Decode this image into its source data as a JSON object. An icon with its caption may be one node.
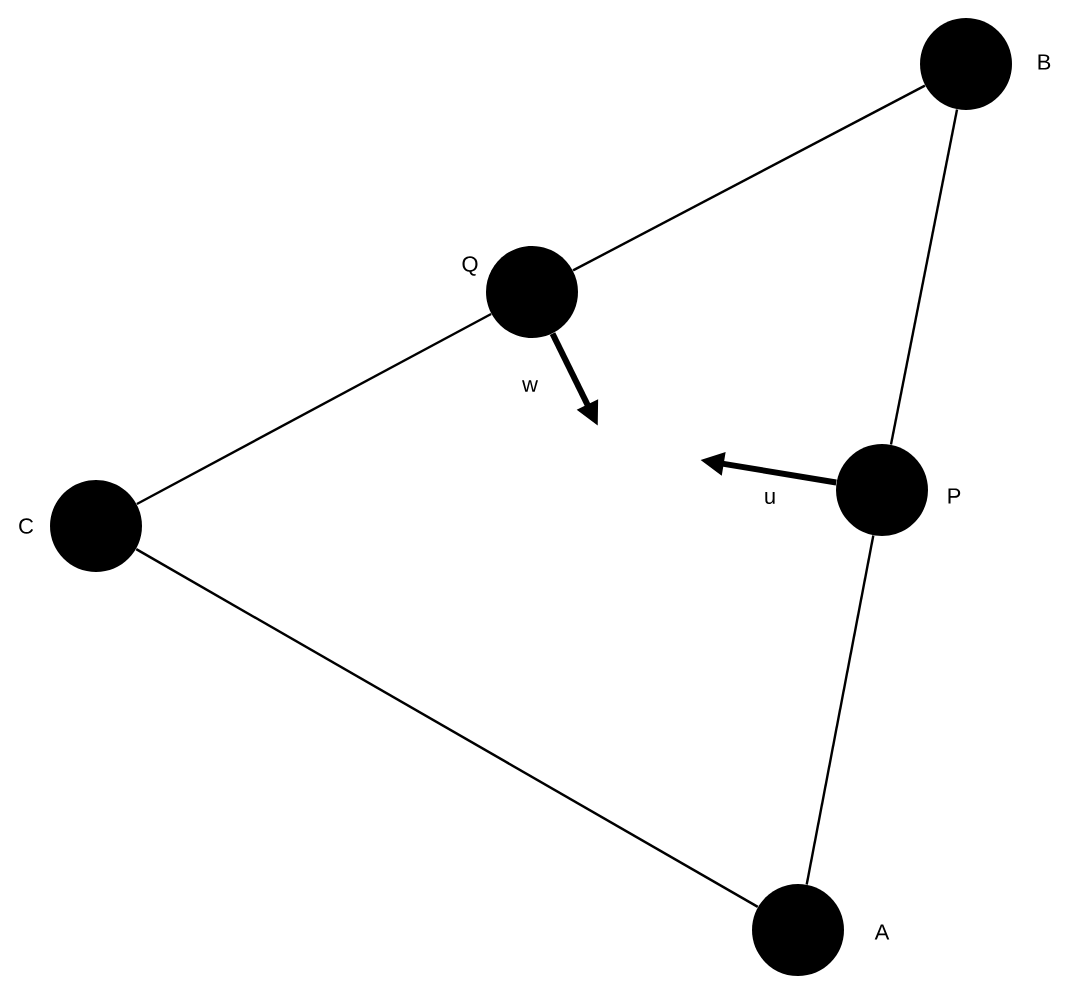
{
  "diagram": {
    "nodes": [
      {
        "text": [],
        "shape": "circle",
        "beside": [
          "B"
        ]
      },
      {
        "text": [],
        "shape": "circle",
        "beside": [
          "Q"
        ]
      },
      {
        "text": [],
        "shape": "circle",
        "beside": [
          "P"
        ]
      },
      {
        "text": [],
        "shape": "circle",
        "beside": [
          "C"
        ]
      },
      {
        "text": [],
        "shape": "circle",
        "beside": [
          "A"
        ]
      }
    ],
    "edges": [
      {
        "from": 3,
        "to": 1,
        "arrow": "none"
      },
      {
        "from": 1,
        "to": 0,
        "arrow": "none"
      },
      {
        "from": 0,
        "to": 2,
        "arrow": "none"
      },
      {
        "from": 2,
        "to": 4,
        "arrow": "none"
      },
      {
        "from": 4,
        "to": 3,
        "arrow": "none"
      },
      {
        "from": 1,
        "to": null,
        "arrow": "to",
        "label": "w",
        "style": "thick"
      },
      {
        "from": 2,
        "to": null,
        "arrow": "to",
        "label": "u",
        "style": "thick"
      }
    ]
  }
}
